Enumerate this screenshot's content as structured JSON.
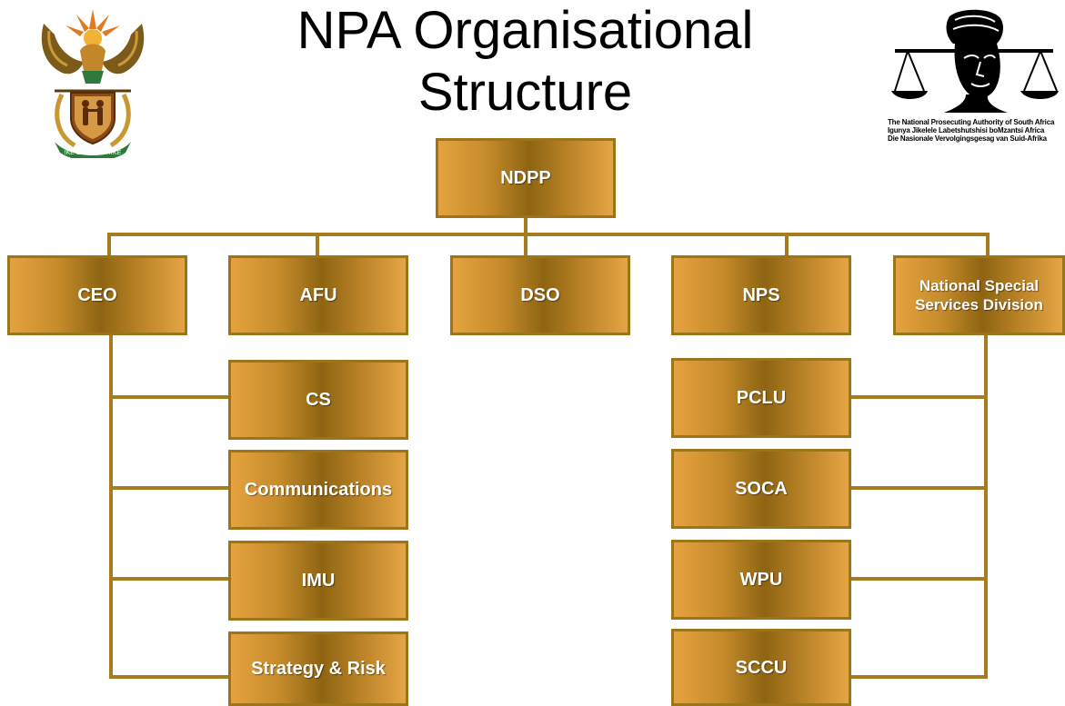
{
  "title": {
    "line1": "NPA Organisational",
    "line2": "Structure"
  },
  "logo_left": {
    "icon": "coat-of-arms-icon",
    "motto": "!KE E: /XARRA //KE"
  },
  "logo_right": {
    "icon": "npa-justice-logo-icon",
    "caption_lines": [
      "The National Prosecuting Authority of South Africa",
      "Igunya Jikelele Labetshutshisi boMzantsi Africa",
      "Die Nasionale Vervolgingsgesag van Suid-Afrika"
    ]
  },
  "org": {
    "top": "NDPP",
    "level2": [
      "CEO",
      "AFU",
      "DSO",
      "NPS",
      "National Special Services Division"
    ],
    "ceo_units": [
      "CS",
      "Communications",
      "IMU",
      "Strategy & Risk"
    ],
    "nssd_units": [
      "PCLU",
      "SOCA",
      "WPU",
      "SCCU"
    ]
  },
  "colors": {
    "box_gold_light": "#e6a23f",
    "box_gold_dark": "#8e6412",
    "box_border": "#9c7419",
    "connector": "#a67c1f"
  }
}
